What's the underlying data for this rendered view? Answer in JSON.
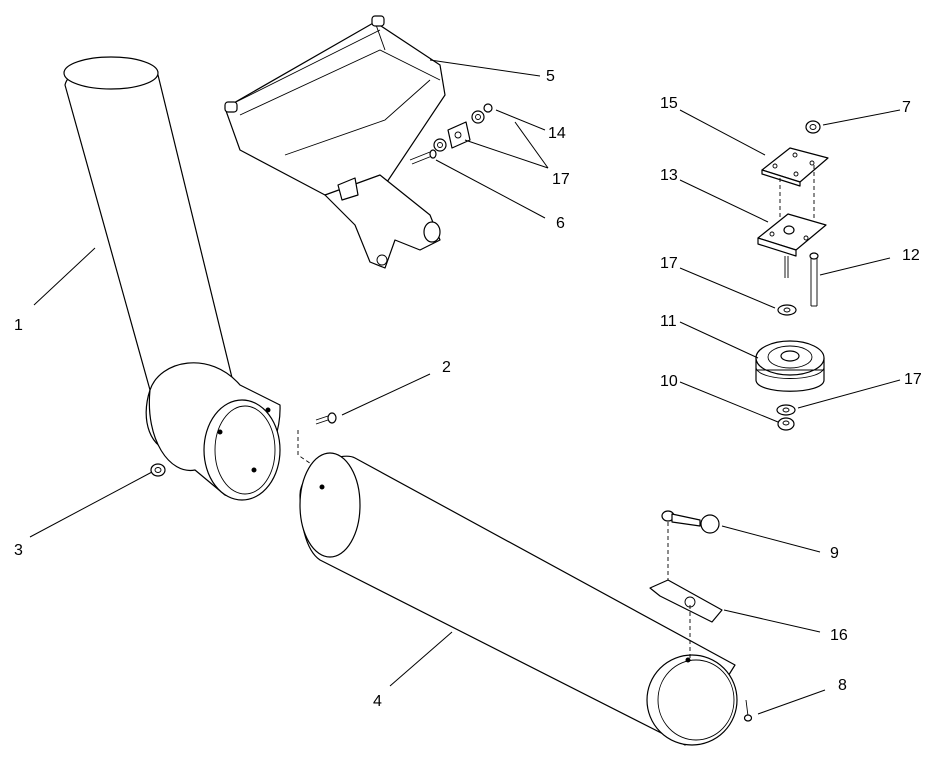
{
  "callouts": {
    "c1": "1",
    "c2": "2",
    "c3": "3",
    "c4": "4",
    "c5": "5",
    "c6": "6",
    "c7": "7",
    "c8": "8",
    "c9": "9",
    "c10": "10",
    "c11": "11",
    "c12": "12",
    "c13": "13",
    "c14": "14",
    "c15": "15",
    "c16": "16",
    "c17a": "17",
    "c17b": "17",
    "c17c": "17"
  }
}
